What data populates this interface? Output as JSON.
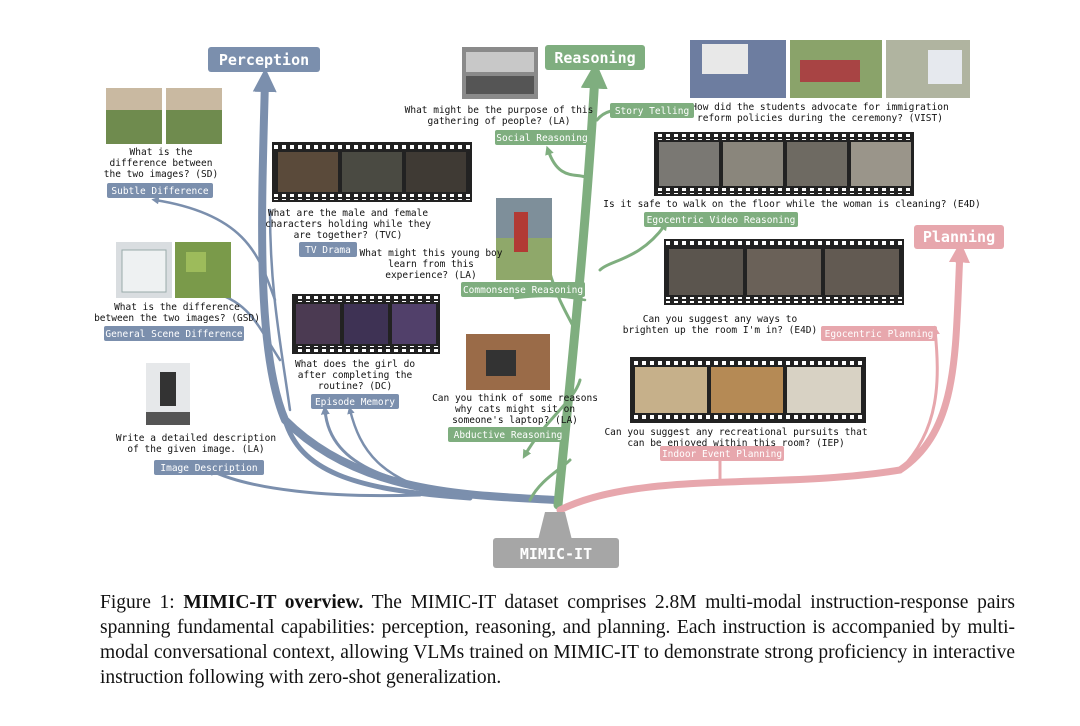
{
  "figure": {
    "categories": {
      "perception": "Perception",
      "reasoning": "Reasoning",
      "planning": "Planning",
      "root": "MIMIC-IT"
    },
    "colors": {
      "perception": "#7b8fad",
      "reasoning": "#7fae7f",
      "planning": "#e7a7ad",
      "root": "#a6a6a6"
    },
    "tasks": {
      "sd": {
        "question": [
          "What is the",
          "difference between",
          "the two images? (SD)"
        ],
        "label": "Subtle Difference"
      },
      "gsd": {
        "question": [
          "What is the difference",
          "between the two images? (GSD)"
        ],
        "label": "General Scene Difference"
      },
      "la_desc": {
        "question": [
          "Write a detailed description",
          "of the given image. (LA)"
        ],
        "label": "Image Description"
      },
      "tvc": {
        "question": [
          "What are the male and female",
          "characters holding while they",
          "are together? (TVC)"
        ],
        "label": "TV Drama"
      },
      "dc": {
        "question": [
          "What does the girl do",
          "after completing the",
          "routine? (DC)"
        ],
        "label": "Episode Memory"
      },
      "social": {
        "question": [
          "What might be the purpose of this",
          "gathering of people? (LA)"
        ],
        "label": "Social Reasoning"
      },
      "commonsense": {
        "question": [
          "What might this young boy",
          "learn from this",
          "experience? (LA)"
        ],
        "label": "Commonsense Reasoning"
      },
      "abductive": {
        "question": [
          "Can you think of some reasons",
          "why cats might sit on",
          "someone's laptop? (LA)"
        ],
        "label": "Abductive Reasoning"
      },
      "story": {
        "question": [
          "How did the students advocate for immigration",
          "reform policies during the ceremony? (VIST)"
        ],
        "label": "Story Telling"
      },
      "ego_video": {
        "question": [
          "Is it safe to walk on the floor while the woman is cleaning? (E4D)"
        ],
        "label": "Egocentric Video Reasoning"
      },
      "ego_plan": {
        "question": [
          "Can you suggest any ways to",
          "brighten up the room I'm in? (E4D)"
        ],
        "label": "Egocentric Planning"
      },
      "indoor": {
        "question": [
          "Can you suggest any recreational pursuits that",
          "can be enjoyed within this room? (IEP)"
        ],
        "label": "Indoor Event Planning"
      }
    }
  },
  "caption": {
    "prefix": "Figure 1:",
    "title": "MIMIC-IT overview.",
    "body": "The MIMIC-IT dataset comprises 2.8M multi-modal instruction-response pairs spanning fundamental capabilities: perception, reasoning, and planning. Each instruction is accompanied by multi-modal conversational context, allowing VLMs trained on MIMIC-IT to demonstrate strong proficiency in interactive instruction following with zero-shot generalization."
  }
}
